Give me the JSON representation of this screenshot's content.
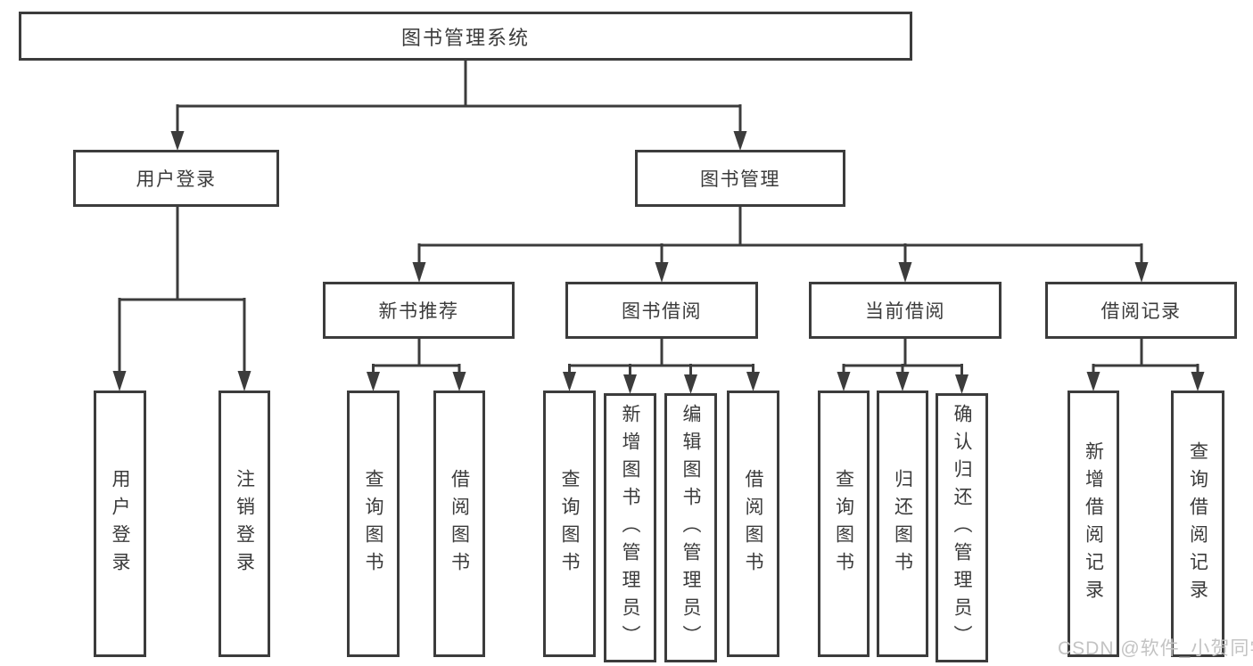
{
  "tree": {
    "root": {
      "label": "图书管理系统",
      "children": [
        {
          "label": "用户登录",
          "children": [
            {
              "label": "用户登录"
            },
            {
              "label": "注销登录"
            }
          ]
        },
        {
          "label": "图书管理",
          "children": [
            {
              "label": "新书推荐",
              "children": [
                {
                  "label": "查询图书"
                },
                {
                  "label": "借阅图书"
                }
              ]
            },
            {
              "label": "图书借阅",
              "children": [
                {
                  "label": "查询图书"
                },
                {
                  "label": "新增图书（管理员）"
                },
                {
                  "label": "编辑图书（管理员）"
                },
                {
                  "label": "借阅图书"
                }
              ]
            },
            {
              "label": "当前借阅",
              "children": [
                {
                  "label": "查询图书"
                },
                {
                  "label": "归还图书"
                },
                {
                  "label": "确认归还（管理员）"
                }
              ]
            },
            {
              "label": "借阅记录",
              "children": [
                {
                  "label": "新增借阅记录"
                },
                {
                  "label": "查询借阅记录"
                }
              ]
            }
          ]
        }
      ]
    }
  },
  "watermark": {
    "text": "CSDN @软件_小贺同学"
  },
  "colors": {
    "line": "#3c3c3c",
    "box_border": "#3c3c3c",
    "text": "#3b3b3b",
    "watermark": "#c3c3c3",
    "background": "#ffffff"
  }
}
